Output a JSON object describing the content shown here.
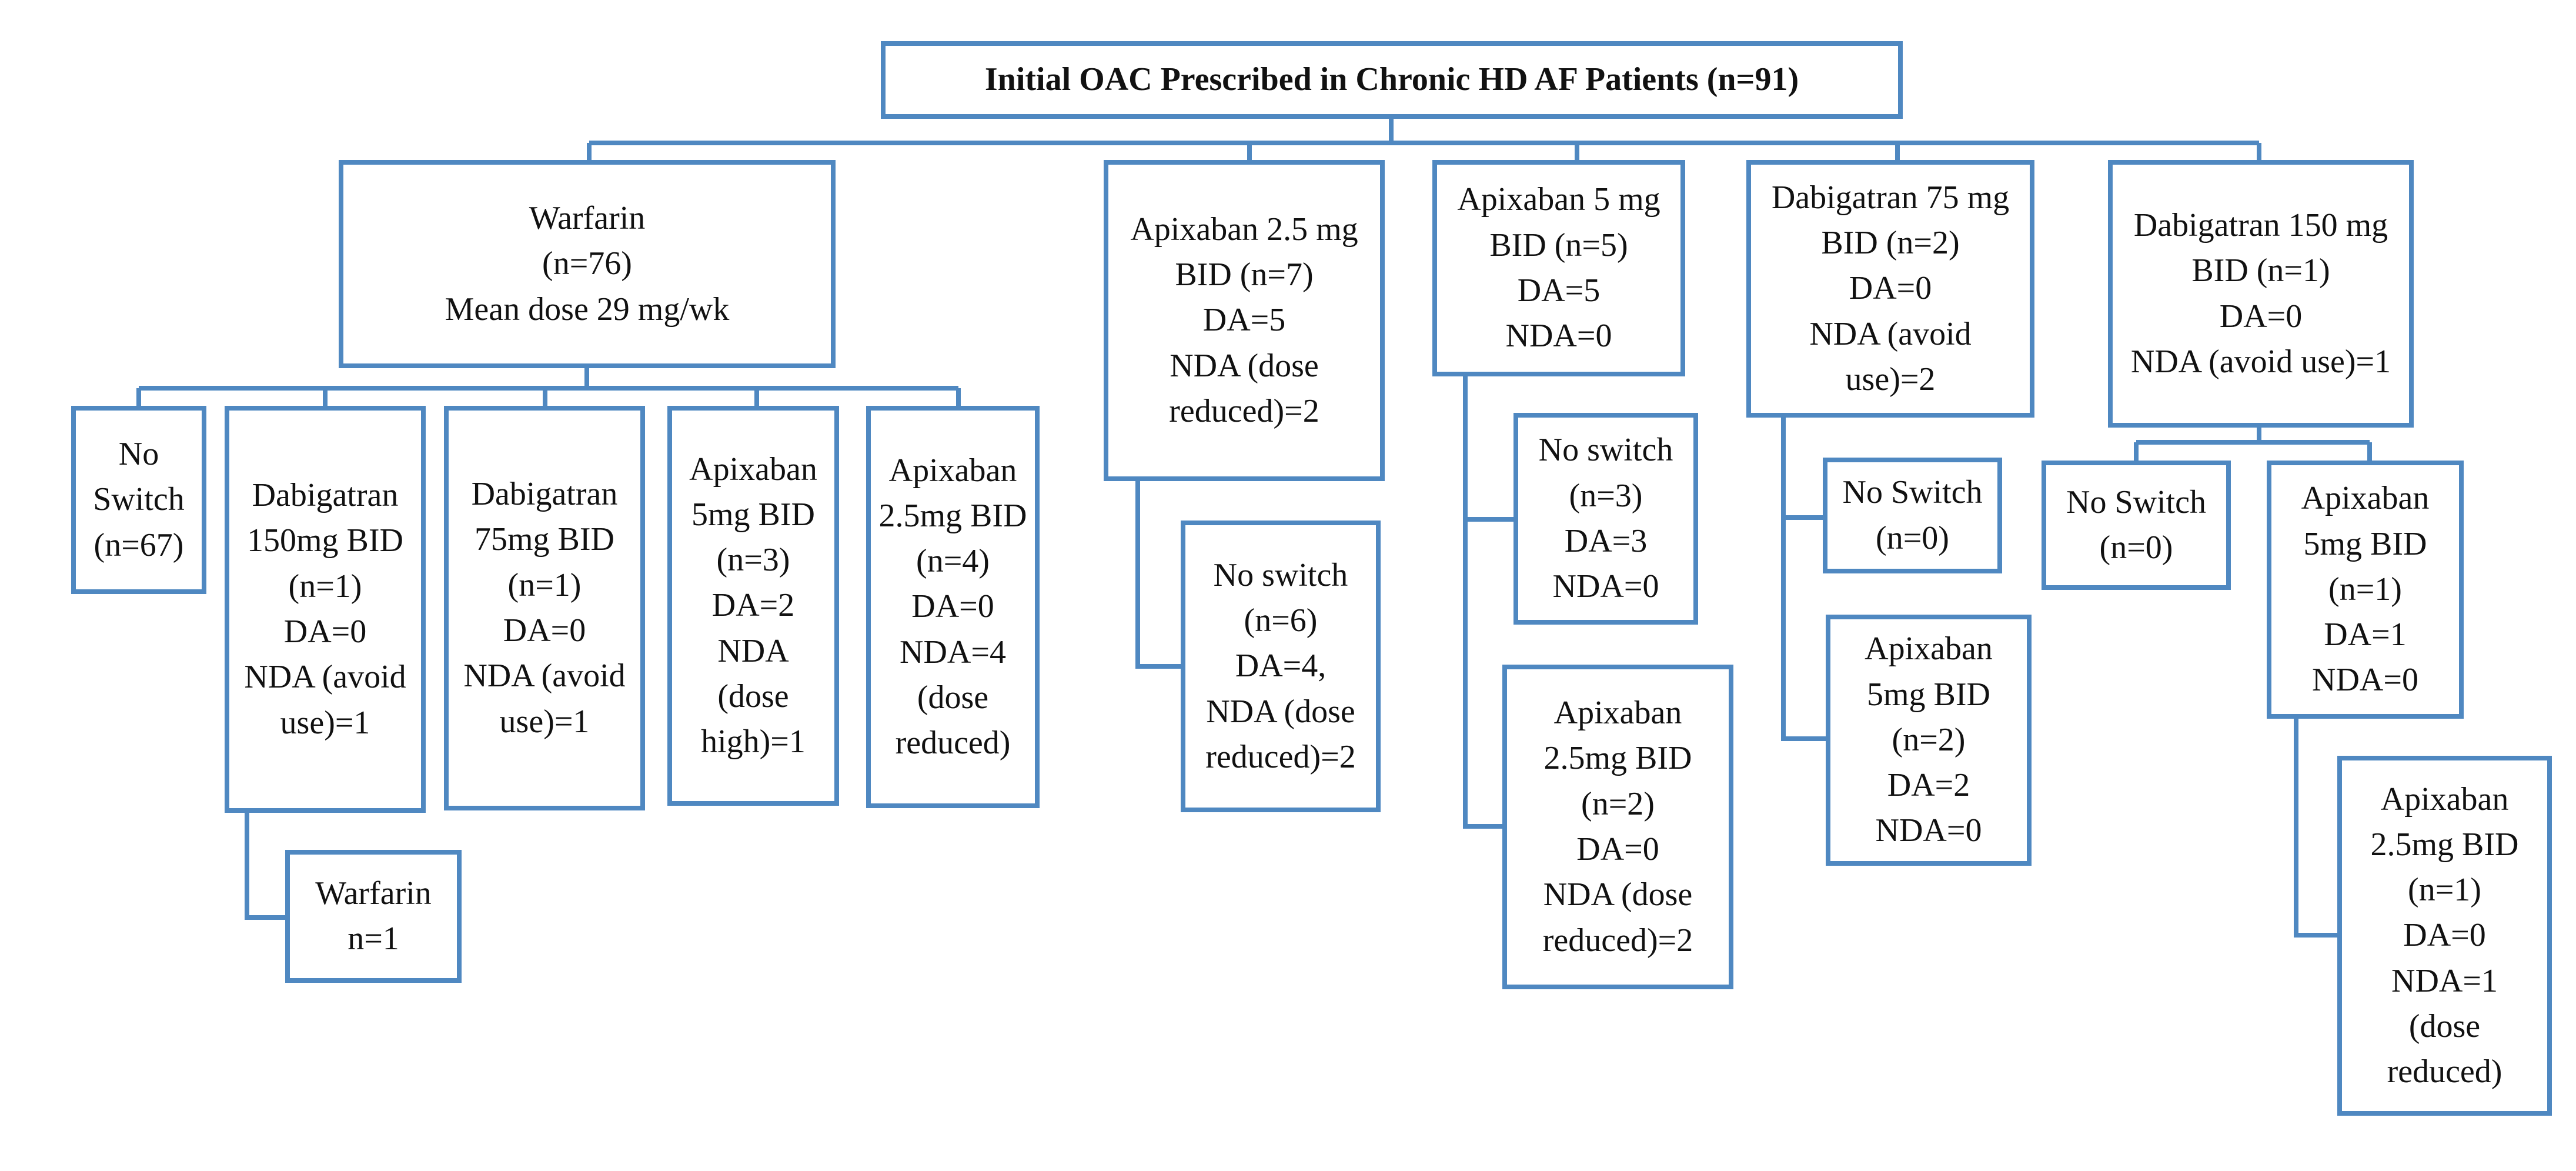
{
  "root": {
    "lines": [
      "Initial OAC Prescribed in Chronic HD AF Patients (n=91)"
    ]
  },
  "warfarin": {
    "box": {
      "lines": [
        "Warfarin",
        "(n=76)",
        "Mean dose 29 mg/wk"
      ]
    },
    "no_switch": {
      "lines": [
        "No",
        "Switch",
        "(n=67)"
      ]
    },
    "dabigatran_150": {
      "lines": [
        "Dabigatran",
        "150mg BID",
        "(n=1)",
        "DA=0",
        "NDA (avoid",
        "use)=1"
      ]
    },
    "dabigatran_150_warfarin": {
      "lines": [
        "Warfarin",
        "n=1"
      ]
    },
    "dabigatran_75": {
      "lines": [
        "Dabigatran",
        "75mg BID",
        "(n=1)",
        "DA=0",
        "NDA (avoid",
        "use)=1"
      ]
    },
    "apixaban_5": {
      "lines": [
        "Apixaban",
        "5mg BID",
        "(n=3)",
        "DA=2",
        "NDA",
        "(dose",
        "high)=1"
      ]
    },
    "apixaban_2_5": {
      "lines": [
        "Apixaban",
        "2.5mg BID",
        "(n=4)",
        "DA=0",
        "NDA=4",
        "(dose",
        "reduced)"
      ]
    }
  },
  "apixaban_2_5_initial": {
    "box": {
      "lines": [
        "Apixaban 2.5 mg",
        "BID (n=7)",
        "DA=5",
        "NDA (dose",
        "reduced)=2"
      ]
    },
    "no_switch": {
      "lines": [
        "No switch",
        "(n=6)",
        "DA=4,",
        "NDA (dose",
        "reduced)=2"
      ]
    }
  },
  "apixaban_5_initial": {
    "box": {
      "lines": [
        "Apixaban 5 mg",
        "BID (n=5)",
        "DA=5",
        "NDA=0"
      ]
    },
    "no_switch": {
      "lines": [
        "No switch",
        "(n=3)",
        "DA=3",
        "NDA=0"
      ]
    },
    "apixaban_2_5": {
      "lines": [
        "Apixaban",
        "2.5mg BID",
        "(n=2)",
        "DA=0",
        "NDA (dose",
        "reduced)=2"
      ]
    }
  },
  "dabigatran_75_initial": {
    "box": {
      "lines": [
        "Dabigatran 75 mg",
        "BID (n=2)",
        "DA=0",
        "NDA (avoid",
        "use)=2"
      ]
    },
    "no_switch": {
      "lines": [
        "No Switch",
        "(n=0)"
      ]
    },
    "apixaban_5": {
      "lines": [
        "Apixaban",
        "5mg BID",
        "(n=2)",
        "DA=2",
        "NDA=0"
      ]
    }
  },
  "dabigatran_150_initial": {
    "box": {
      "lines": [
        "Dabigatran 150 mg",
        "BID (n=1)",
        "DA=0",
        "NDA (avoid use)=1"
      ]
    },
    "no_switch": {
      "lines": [
        "No Switch",
        "(n=0)"
      ]
    },
    "apixaban_5": {
      "lines": [
        "Apixaban",
        "5mg BID",
        "(n=1)",
        "DA=1",
        "NDA=0"
      ]
    },
    "apixaban_2_5": {
      "lines": [
        "Apixaban",
        "2.5mg BID",
        "(n=1)",
        "DA=0",
        "NDA=1",
        "(dose",
        "reduced)"
      ]
    }
  },
  "colors": {
    "box_border": "#4f88c1",
    "connector": "#4f88c1",
    "text": "#111111"
  }
}
